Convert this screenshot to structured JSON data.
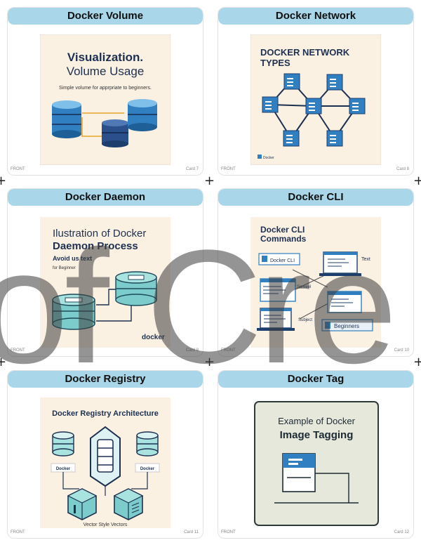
{
  "cards": [
    {
      "title": "Docker Volume",
      "front": "FRONT",
      "card_no": "Card 7",
      "lines": [
        "Visualization.",
        "Volume Usage",
        "Simple volume for apprpriate to beginners."
      ]
    },
    {
      "title": "Docker Network",
      "front": "FRONT",
      "card_no": "Card 8",
      "lines": [
        "DOCKER NETWORK",
        "TYPES",
        "Docker"
      ]
    },
    {
      "title": "Docker Daemon",
      "front": "FRONT",
      "card_no": "Card 9",
      "lines": [
        "Ilustration of Docker",
        "Daemon Process",
        "Avoid us text",
        "for Beginner",
        "docker"
      ]
    },
    {
      "title": "Docker CLI",
      "front": "FRONT",
      "card_no": "Card 10",
      "lines": [
        "Docker CLI",
        "Commands",
        "Docker CLI",
        "Text",
        "Screeel",
        "Subject",
        "Beginners"
      ]
    },
    {
      "title": "Docker Registry",
      "front": "FRONT",
      "card_no": "Card 11",
      "lines": [
        "Docker Registry Architecture",
        "Docker",
        "Docker",
        "Vector Style Vectors"
      ]
    },
    {
      "title": "Docker Tag",
      "front": "FRONT",
      "card_no": "Card 12",
      "lines": [
        "Example of Docker",
        "Image Tagging"
      ]
    }
  ],
  "watermark": "of Cre",
  "colors": {
    "header": "#a9d6e8",
    "illus_bg": "#fbf1e3",
    "blue": "#2f7fc1",
    "teal": "#7ccccc",
    "navy": "#1d3f6e"
  }
}
